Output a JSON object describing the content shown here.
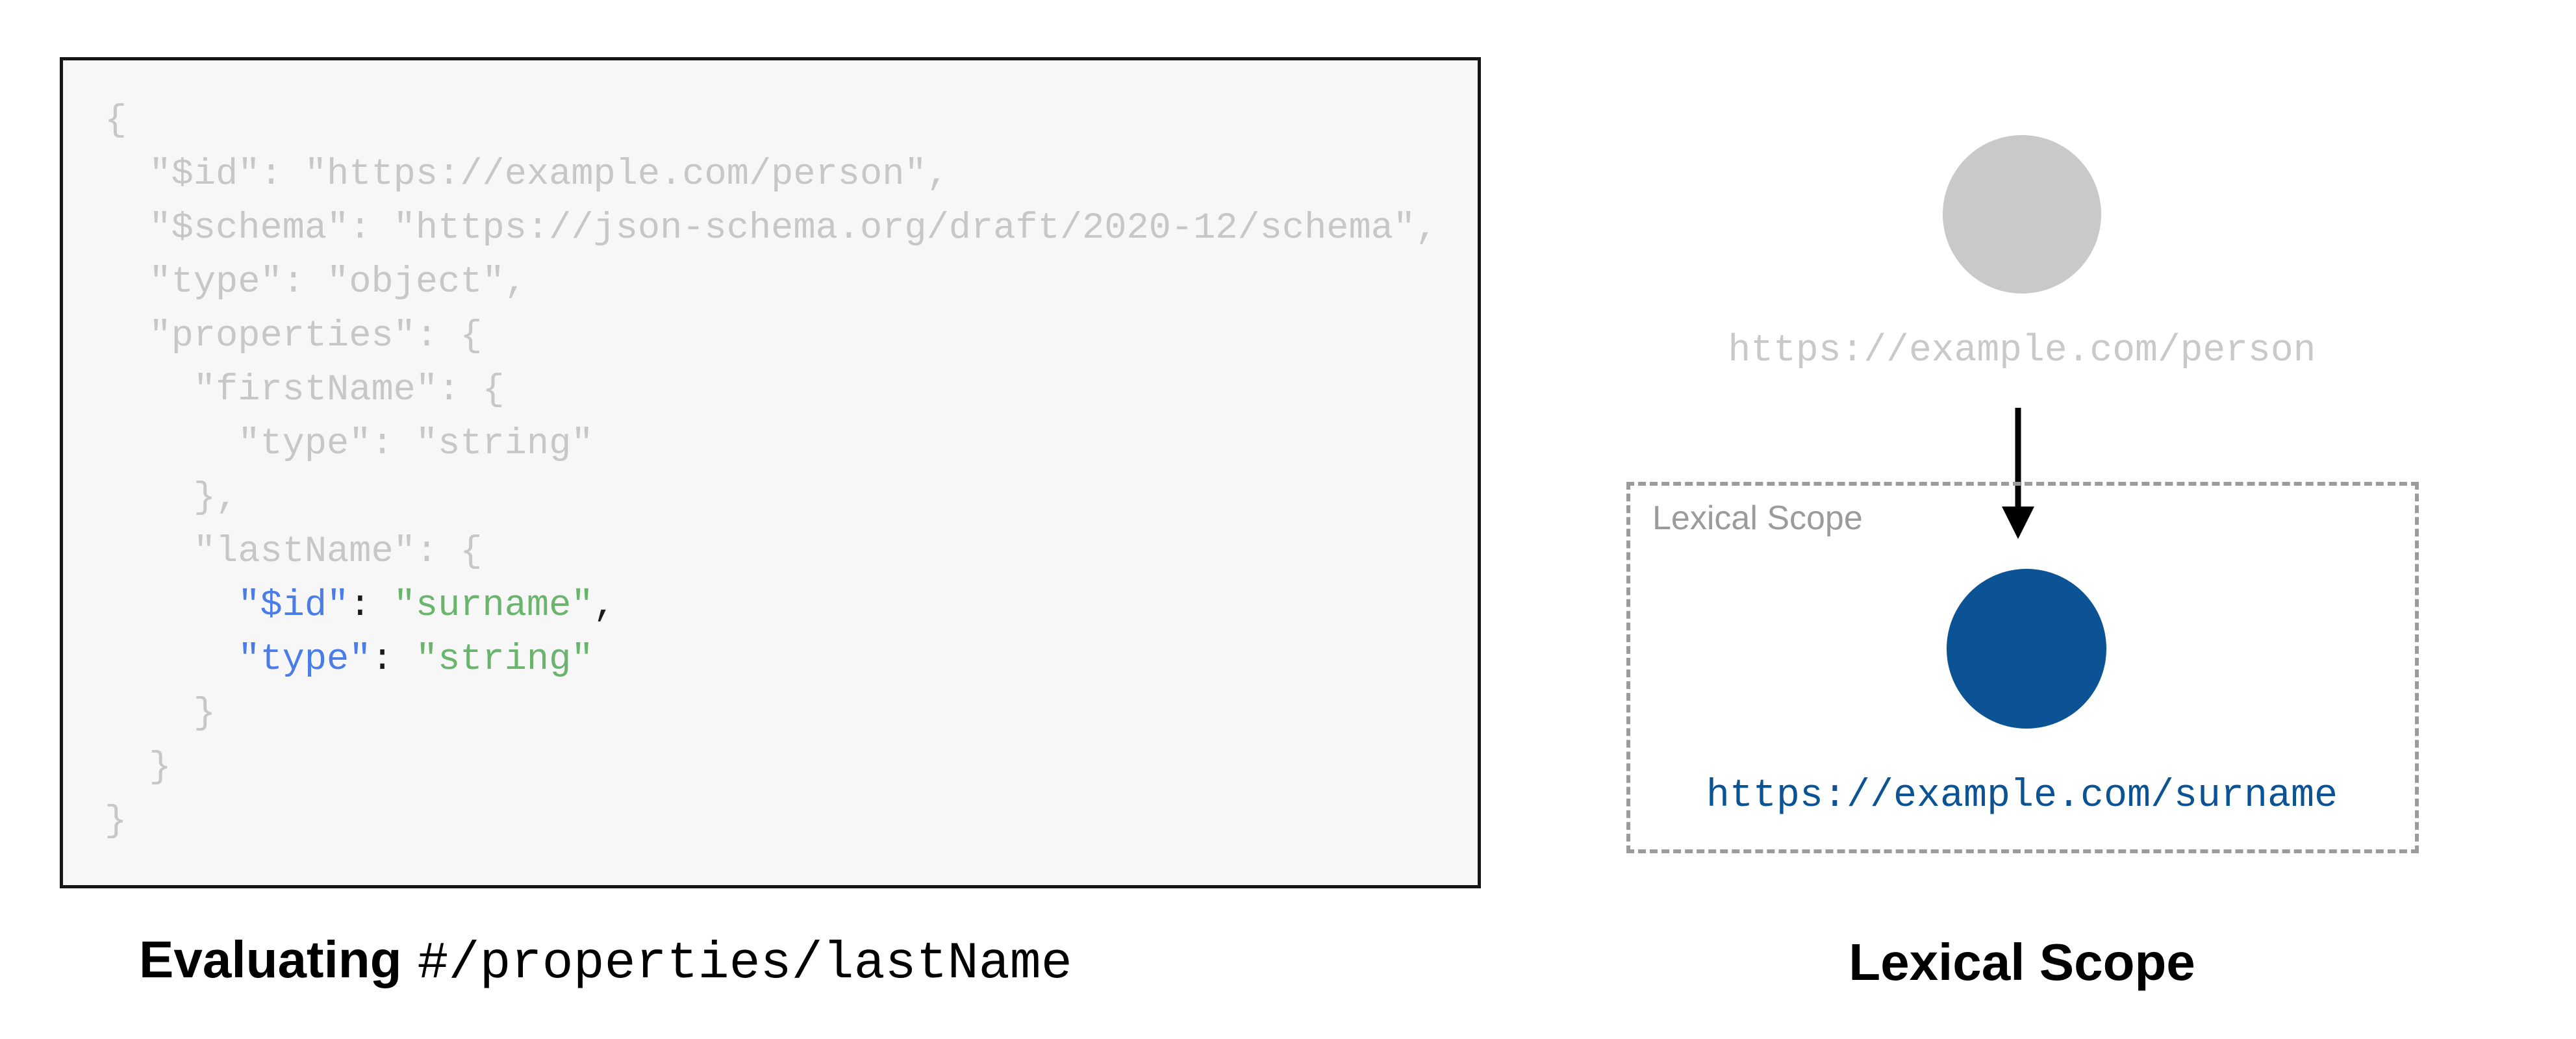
{
  "colors": {
    "dim_gray": "#c7c7c7",
    "muted_gray": "#c9c9c9",
    "border_gray": "#9b9b9b",
    "key_blue": "#4a7de8",
    "string_green": "#6ab46e",
    "punct_black": "#1b1b1b",
    "node_blue": "#0b5394",
    "code_box_bg": "#f7f7f7",
    "code_box_border": "#161616",
    "arrow_black": "#000000"
  },
  "left_panel": {
    "caption": {
      "bold": "Evaluating",
      "path": "#/properties/lastName"
    },
    "code": {
      "lines": [
        [
          {
            "t": "{",
            "c": "dim"
          }
        ],
        [
          {
            "t": "  \"$id\": \"https://example.com/person\",",
            "c": "dim"
          }
        ],
        [
          {
            "t": "  \"$schema\": \"https://json-schema.org/draft/2020-12/schema\",",
            "c": "dim"
          }
        ],
        [
          {
            "t": "  \"type\": \"object\",",
            "c": "dim"
          }
        ],
        [
          {
            "t": "  \"properties\": {",
            "c": "dim"
          }
        ],
        [
          {
            "t": "    \"firstName\": {",
            "c": "dim"
          }
        ],
        [
          {
            "t": "      \"type\": \"string\"",
            "c": "dim"
          }
        ],
        [
          {
            "t": "    },",
            "c": "dim"
          }
        ],
        [
          {
            "t": "    \"lastName\": {",
            "c": "dim"
          }
        ],
        [
          {
            "t": "      ",
            "c": "dim"
          },
          {
            "t": "\"$id\"",
            "c": "key"
          },
          {
            "t": ": ",
            "c": "punct"
          },
          {
            "t": "\"surname\"",
            "c": "str"
          },
          {
            "t": ",",
            "c": "punct"
          }
        ],
        [
          {
            "t": "      ",
            "c": "dim"
          },
          {
            "t": "\"type\"",
            "c": "key"
          },
          {
            "t": ": ",
            "c": "punct"
          },
          {
            "t": "\"string\"",
            "c": "str"
          }
        ],
        [
          {
            "t": "    }",
            "c": "dim"
          }
        ],
        [
          {
            "t": "  }",
            "c": "dim"
          }
        ],
        [
          {
            "t": "}",
            "c": "dim"
          }
        ]
      ]
    }
  },
  "right_panel": {
    "person_label": "https://example.com/person",
    "scope_box": {
      "label": "Lexical Scope",
      "surname_label": "https://example.com/surname"
    },
    "caption": "Lexical Scope"
  }
}
